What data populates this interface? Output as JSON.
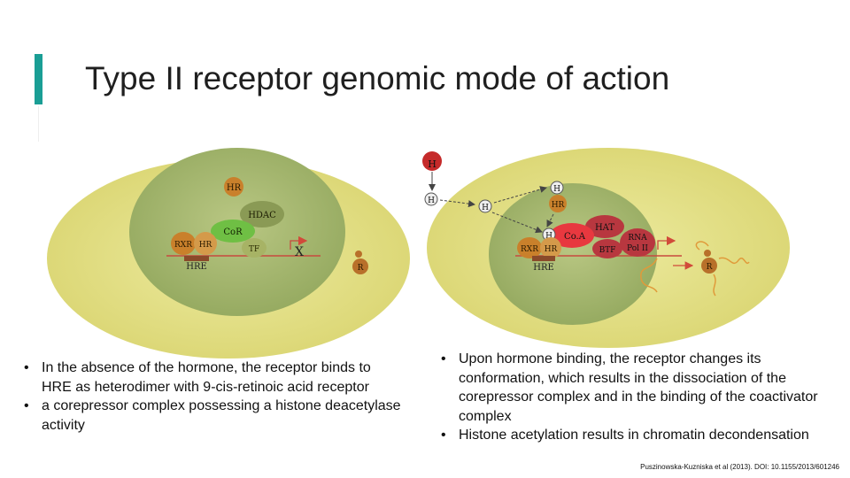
{
  "title": "Type II receptor genomic mode of action",
  "left_panel": {
    "labels": {
      "hr": "HR",
      "hdac": "HDAC",
      "cor": "CoR",
      "rxr": "RXR",
      "hr_dimer": "HR",
      "tf": "TF",
      "x_mark": "X",
      "hre": "HRE",
      "r": "R"
    },
    "bullets": [
      "In the absence of the hormone, the receptor binds to HRE as heterodimer with 9-cis-retinoic acid receptor",
      "a corepressor complex possessing a histone deacetylase activity"
    ]
  },
  "right_panel": {
    "labels": {
      "h_top": "H",
      "h_left": "H",
      "h_mid": "H",
      "h_bound": "H",
      "hr": "HR",
      "hat": "HAT",
      "rna_pol": "RNA",
      "pol_ii": "Pol II",
      "h_dimer": "H",
      "coa": "Co.A",
      "rxr": "RXR",
      "hr_dimer": "HR",
      "btf": "BTF",
      "hre": "HRE",
      "r": "R"
    },
    "bullets": [
      "Upon hormone binding, the receptor changes its conformation, which results in the dissociation of the corepressor complex and in the binding of the coactivator complex",
      "Histone acetylation results in chromatin decondensation"
    ]
  },
  "citation": "Puszinowska-Kuzniska et al (2013). DOI: 10.1155/2013/601246",
  "colors": {
    "accent": "#1a9e95",
    "cell": "#e3e08a",
    "nucleus": "#aebf79",
    "receptor": "#c9802b",
    "corepressor": "#6fbf44",
    "coactivator": "#e8383f",
    "hormone": "#c52a2a",
    "dna": "#d14a3a"
  }
}
